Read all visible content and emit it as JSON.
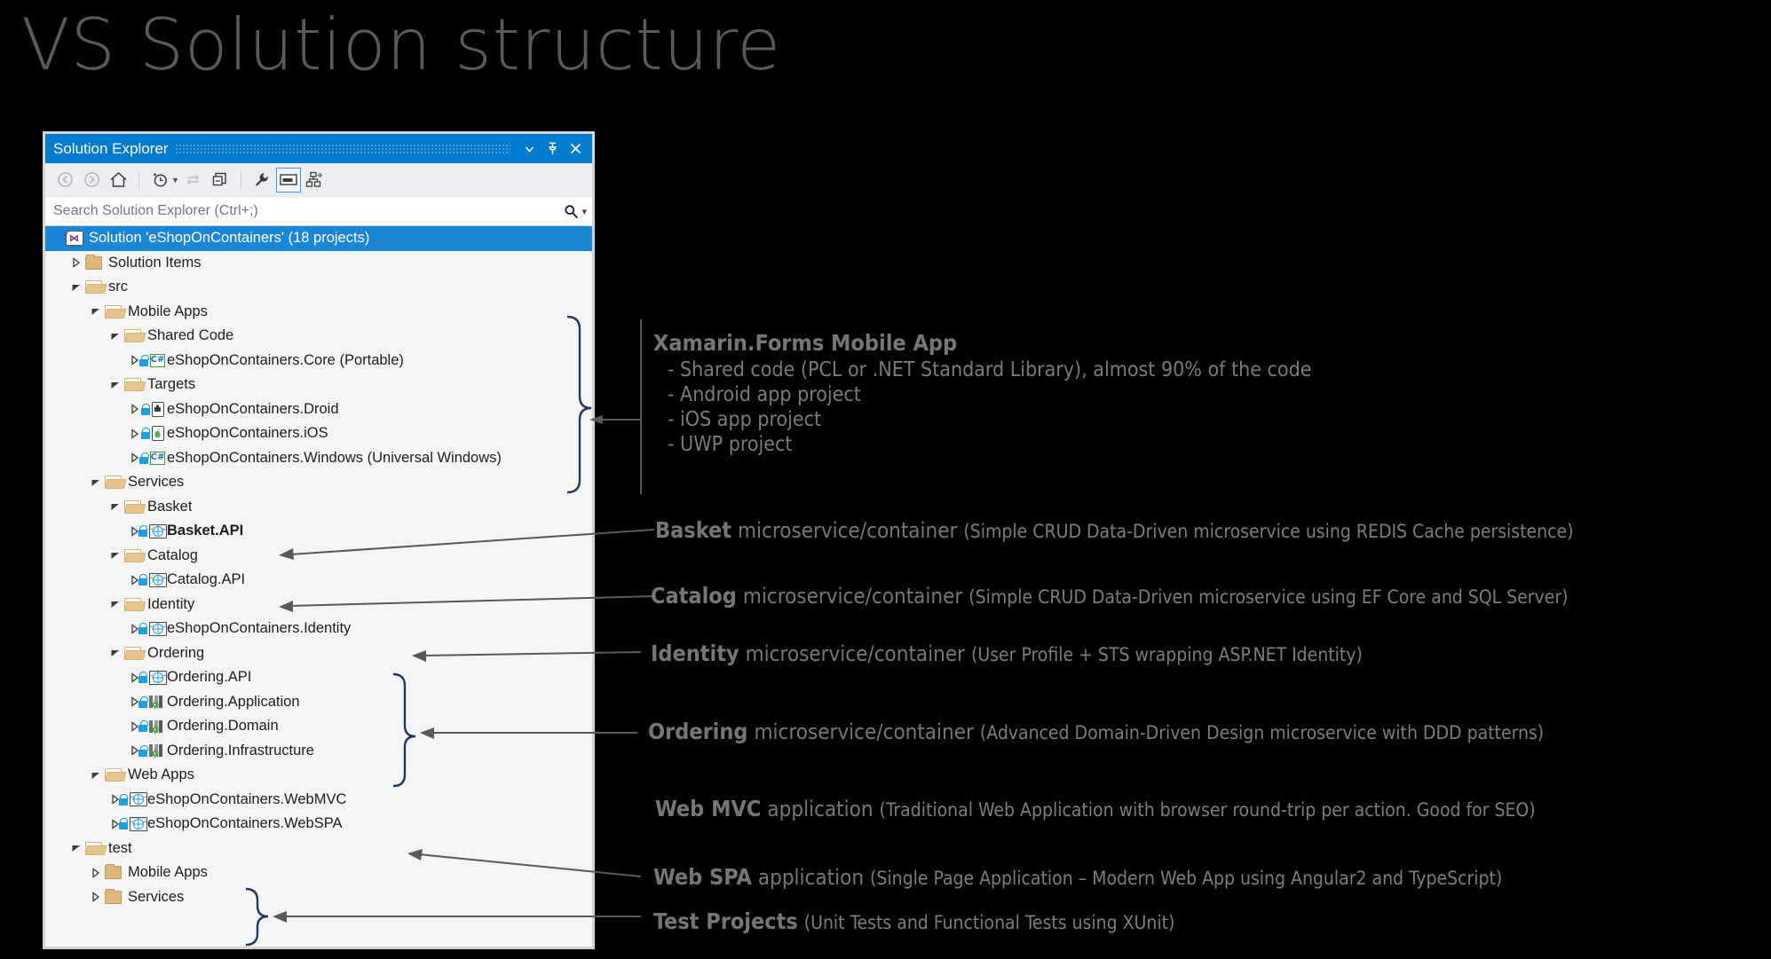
{
  "slide": {
    "title": "VS Solution structure"
  },
  "colors": {
    "titlebar": "#007acc",
    "selection": "#1c86d6",
    "folder": "#dcb67a",
    "annotation_text": "#767676",
    "bracket": "#1f3864",
    "arrow": "#595959",
    "background": "#000000"
  },
  "solution_explorer": {
    "title": "Solution Explorer",
    "titlebar_buttons": [
      {
        "name": "dropdown",
        "glyph": "▼"
      },
      {
        "name": "pin",
        "glyph": "pin"
      },
      {
        "name": "close",
        "glyph": "✕"
      }
    ],
    "toolbar": [
      {
        "name": "back",
        "icon": "back-arrow-icon",
        "enabled": false
      },
      {
        "name": "forward",
        "icon": "forward-arrow-icon",
        "enabled": false
      },
      {
        "name": "home",
        "icon": "home-icon",
        "enabled": true
      },
      {
        "name": "pending-changes",
        "icon": "clock-icon",
        "enabled": true,
        "has_dropdown": true
      },
      {
        "name": "sync-with-active-document",
        "icon": "sync-icon",
        "enabled": false
      },
      {
        "name": "collapse-all",
        "icon": "collapse-all-icon",
        "enabled": true
      },
      {
        "name": "properties",
        "icon": "wrench-icon",
        "enabled": true
      },
      {
        "name": "preview-selected-items",
        "icon": "preview-icon",
        "enabled": true,
        "selected": true
      },
      {
        "name": "view-class-diagram",
        "icon": "class-diagram-icon",
        "enabled": true
      }
    ],
    "search": {
      "placeholder": "Search Solution Explorer (Ctrl+;)",
      "value": "",
      "icon": "search-icon",
      "dropdown": "▾"
    },
    "tree": [
      {
        "id": "solution",
        "label": "Solution 'eShopOnContainers' (18 projects)",
        "depth": 0,
        "expander": "none",
        "icon": "vs-solution-icon",
        "selected": true,
        "bold": false
      },
      {
        "id": "solution-items",
        "label": "Solution Items",
        "depth": 1,
        "expander": "collapsed",
        "icon": "folder-closed-icon",
        "selected": false,
        "bold": false
      },
      {
        "id": "src",
        "label": "src",
        "depth": 1,
        "expander": "expanded",
        "icon": "folder-open-icon",
        "selected": false,
        "bold": false
      },
      {
        "id": "mobile-apps",
        "label": "Mobile Apps",
        "depth": 2,
        "expander": "expanded",
        "icon": "folder-open-icon",
        "selected": false,
        "bold": false
      },
      {
        "id": "shared-code",
        "label": "Shared Code",
        "depth": 3,
        "expander": "expanded",
        "icon": "folder-open-icon",
        "selected": false,
        "bold": false
      },
      {
        "id": "core",
        "label": "eShopOnContainers.Core (Portable)",
        "depth": 4,
        "expander": "collapsed",
        "icon": "csharp-project-icon",
        "selected": false,
        "bold": false
      },
      {
        "id": "targets",
        "label": "Targets",
        "depth": 3,
        "expander": "expanded",
        "icon": "folder-open-icon",
        "selected": false,
        "bold": false
      },
      {
        "id": "droid",
        "label": "eShopOnContainers.Droid",
        "depth": 4,
        "expander": "collapsed",
        "icon": "android-project-icon",
        "selected": false,
        "bold": false
      },
      {
        "id": "ios",
        "label": "eShopOnContainers.iOS",
        "depth": 4,
        "expander": "collapsed",
        "icon": "ios-project-icon",
        "selected": false,
        "bold": false
      },
      {
        "id": "windows",
        "label": "eShopOnContainers.Windows (Universal Windows)",
        "depth": 4,
        "expander": "collapsed",
        "icon": "csharp-project-icon",
        "selected": false,
        "bold": false
      },
      {
        "id": "services",
        "label": "Services",
        "depth": 2,
        "expander": "expanded",
        "icon": "folder-open-icon",
        "selected": false,
        "bold": false
      },
      {
        "id": "basket",
        "label": "Basket",
        "depth": 3,
        "expander": "expanded",
        "icon": "folder-open-icon",
        "selected": false,
        "bold": false
      },
      {
        "id": "basket-api",
        "label": "Basket.API",
        "depth": 4,
        "expander": "collapsed",
        "icon": "web-project-icon",
        "selected": false,
        "bold": true
      },
      {
        "id": "catalog",
        "label": "Catalog",
        "depth": 3,
        "expander": "expanded",
        "icon": "folder-open-icon",
        "selected": false,
        "bold": false
      },
      {
        "id": "catalog-api",
        "label": "Catalog.API",
        "depth": 4,
        "expander": "collapsed",
        "icon": "web-project-icon",
        "selected": false,
        "bold": false
      },
      {
        "id": "identity",
        "label": "Identity",
        "depth": 3,
        "expander": "expanded",
        "icon": "folder-open-icon",
        "selected": false,
        "bold": false
      },
      {
        "id": "identity-proj",
        "label": "eShopOnContainers.Identity",
        "depth": 4,
        "expander": "collapsed",
        "icon": "web-project-icon",
        "selected": false,
        "bold": false
      },
      {
        "id": "ordering",
        "label": "Ordering",
        "depth": 3,
        "expander": "expanded",
        "icon": "folder-open-icon",
        "selected": false,
        "bold": false
      },
      {
        "id": "ordering-api",
        "label": "Ordering.API",
        "depth": 4,
        "expander": "collapsed",
        "icon": "web-project-icon",
        "selected": false,
        "bold": false
      },
      {
        "id": "ordering-app",
        "label": "Ordering.Application",
        "depth": 4,
        "expander": "collapsed",
        "icon": "library-project-icon",
        "selected": false,
        "bold": false
      },
      {
        "id": "ordering-dom",
        "label": "Ordering.Domain",
        "depth": 4,
        "expander": "collapsed",
        "icon": "library-project-icon",
        "selected": false,
        "bold": false
      },
      {
        "id": "ordering-inf",
        "label": "Ordering.Infrastructure",
        "depth": 4,
        "expander": "collapsed",
        "icon": "library-project-icon",
        "selected": false,
        "bold": false
      },
      {
        "id": "web-apps",
        "label": "Web Apps",
        "depth": 2,
        "expander": "expanded",
        "icon": "folder-open-icon",
        "selected": false,
        "bold": false
      },
      {
        "id": "webmvc",
        "label": "eShopOnContainers.WebMVC",
        "depth": 3,
        "expander": "collapsed",
        "icon": "web-project-icon",
        "selected": false,
        "bold": false
      },
      {
        "id": "webspa",
        "label": "eShopOnContainers.WebSPA",
        "depth": 3,
        "expander": "collapsed",
        "icon": "web-project-icon",
        "selected": false,
        "bold": false
      },
      {
        "id": "test",
        "label": "test",
        "depth": 1,
        "expander": "expanded",
        "icon": "folder-open-icon",
        "selected": false,
        "bold": false
      },
      {
        "id": "test-mobile",
        "label": "Mobile Apps",
        "depth": 2,
        "expander": "collapsed",
        "icon": "folder-closed-icon",
        "selected": false,
        "bold": false
      },
      {
        "id": "test-services",
        "label": "Services",
        "depth": 2,
        "expander": "collapsed",
        "icon": "folder-closed-icon",
        "selected": false,
        "bold": false
      }
    ]
  },
  "annotations": {
    "xamarin": {
      "heading": "Xamarin.Forms Mobile App",
      "bullets": [
        "- Shared code (PCL or .NET Standard Library), almost 90% of the code",
        "- Android app project",
        "- iOS app project",
        "- UWP project"
      ]
    },
    "rows": [
      {
        "id": "basket",
        "bold": "Basket",
        "mid": "microservice/container",
        "paren": "(Simple CRUD Data-Driven microservice using REDIS Cache persistence)"
      },
      {
        "id": "catalog",
        "bold": "Catalog",
        "mid": "microservice/container",
        "paren": "(Simple CRUD Data-Driven microservice using EF Core and SQL Server)"
      },
      {
        "id": "identity",
        "bold": "Identity",
        "mid": "microservice/container",
        "paren": "(User Profile + STS wrapping ASP.NET Identity)"
      },
      {
        "id": "ordering",
        "bold": "Ordering",
        "mid": "microservice/container",
        "paren": "(Advanced Domain-Driven Design microservice with DDD patterns)"
      },
      {
        "id": "webmvc",
        "bold": "Web MVC",
        "mid": "application",
        "paren": "(Traditional Web Application with browser round-trip per action. Good for SEO)"
      },
      {
        "id": "webspa",
        "bold": "Web SPA",
        "mid": "application",
        "paren": "(Single Page Application – Modern Web App using Angular2 and TypeScript)"
      },
      {
        "id": "tests",
        "bold": "Test Projects",
        "mid": "",
        "paren": "(Unit Tests and Functional Tests using XUnit)"
      }
    ]
  }
}
